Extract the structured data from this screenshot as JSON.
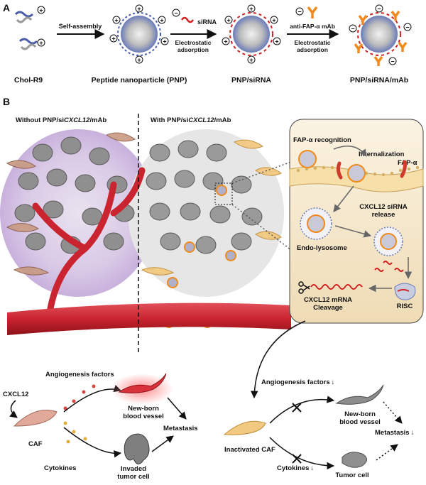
{
  "panel_a": {
    "letter": "A",
    "step1_label": "Self-assembly",
    "step2_label": "siRNA",
    "step2_sub1": "Electrostatic",
    "step2_sub2": "adsorption",
    "step3_label": "anti-FAP-α mAb",
    "step3_sub1": "Electrostatic",
    "step3_sub2": "adsorption",
    "names": [
      "Chol-R9",
      "Peptide nanoparticle (PNP)",
      "PNP/siRNA",
      "PNP/siRNA/mAb"
    ]
  },
  "panel_b": {
    "letter": "B",
    "without_prefix": "Without PNP/si",
    "without_italic": "CXCL12",
    "without_suffix": "/mAb",
    "with_prefix": "With PNP/si",
    "with_italic": "CXCL12",
    "with_suffix": "/mAb"
  },
  "inset": {
    "fap_recognition": "FAP-α recognition",
    "internalization": "Internalization",
    "fap_alpha": "FAP-α",
    "release_line1": "CXCL12 siRNA",
    "release_line2": "release",
    "endo_lysosome": "Endo-lysosome",
    "mrna_line1": "CXCL12 mRNA",
    "mrna_line2": "Cleavage",
    "risc": "RISC"
  },
  "bottom_left": {
    "cxcl12": "CXCL12",
    "angiogenesis": "Angiogenesis factors",
    "newborn_line1": "New-born",
    "newborn_line2": "blood vessel",
    "metastasis": "Metastasis",
    "caf": "CAF",
    "cytokines": "Cytokines",
    "invaded_line1": "Invaded",
    "invaded_line2": "tumor cell"
  },
  "bottom_right": {
    "angiogenesis": "Angiogenesis factors",
    "newborn_line1": "New-born",
    "newborn_line2": "blood vessel",
    "metastasis": "Metastasis",
    "inactivated_caf": "Inactivated CAF",
    "cytokines": "Cytokines",
    "tumor_cell": "Tumor cell",
    "down_arrow": "↓"
  }
}
